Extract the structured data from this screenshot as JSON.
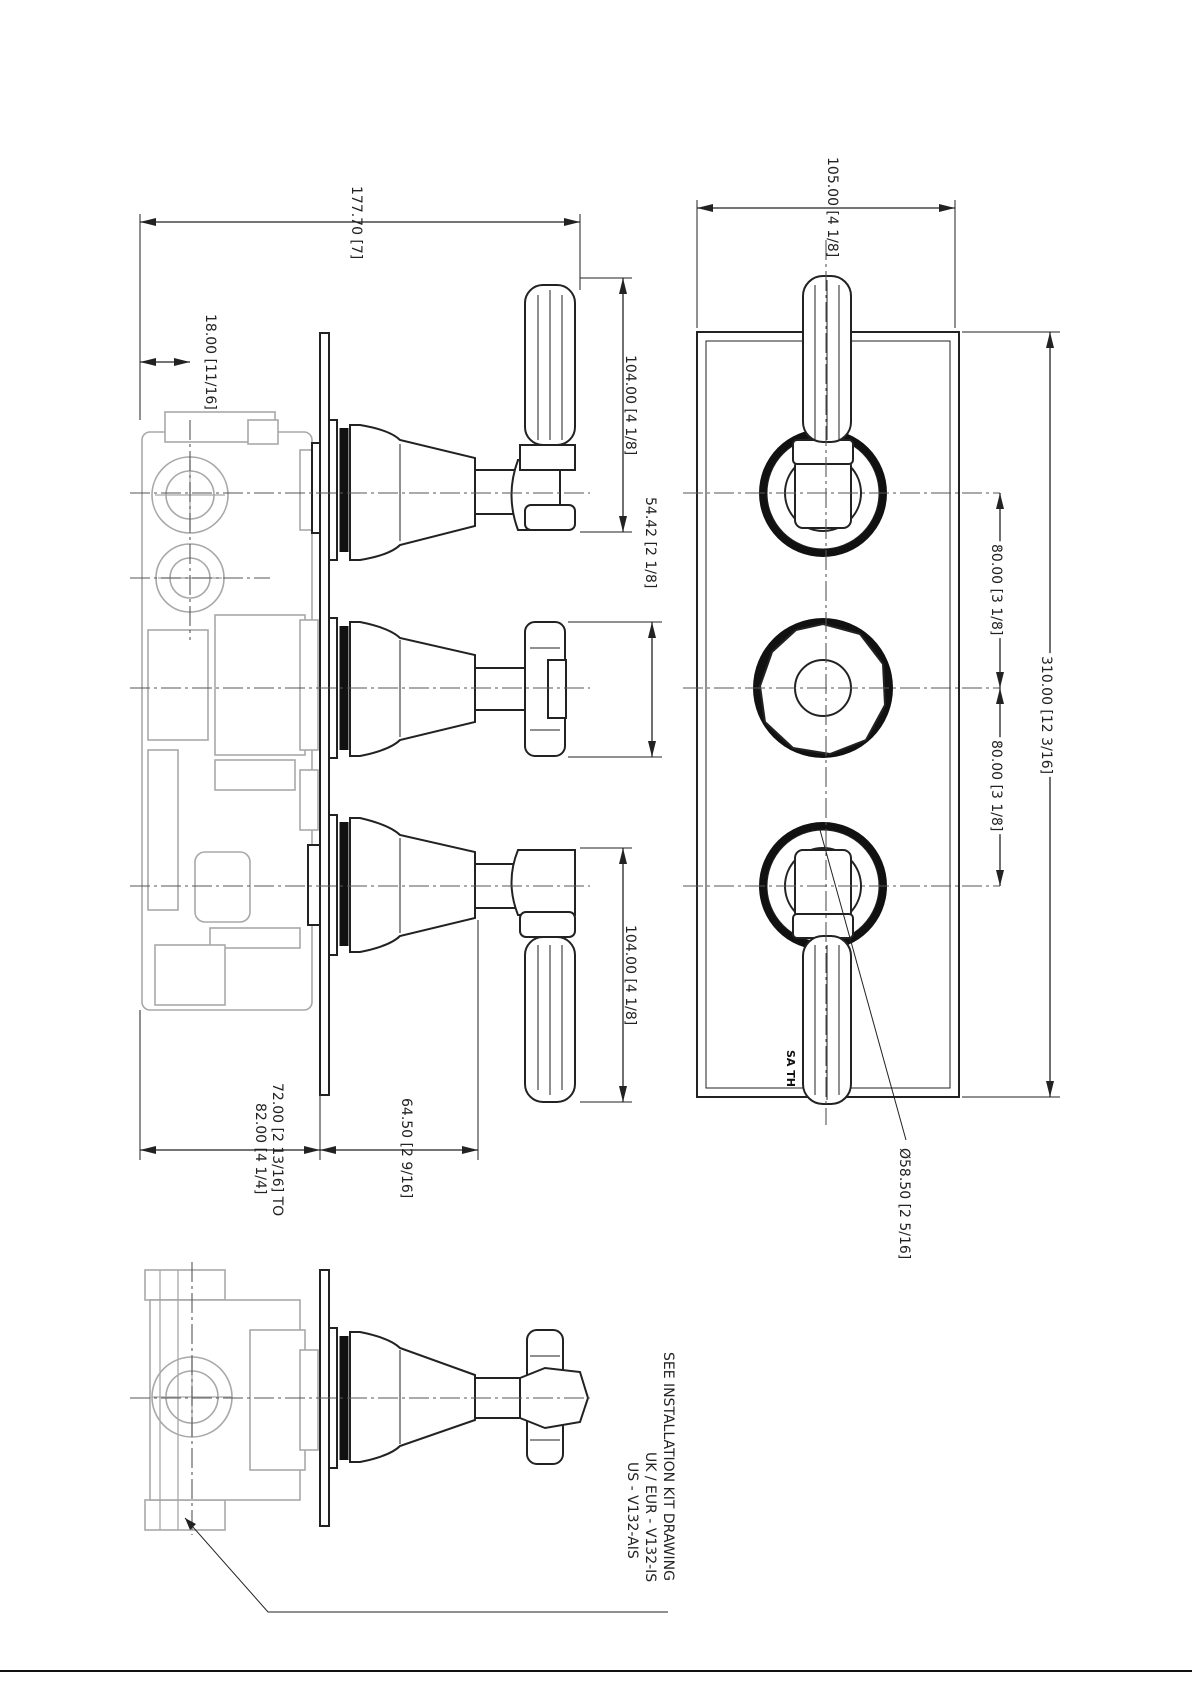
{
  "dimensions": {
    "overall_depth": "177.70 [7]",
    "plate_offset": "18.00 [11/16]",
    "lever_length_top": "104.00 [4 1/8]",
    "knob_height": "54.42 [2 1/8]",
    "lever_length_bottom": "104.00 [4 1/8]",
    "projection": "64.50 [2 9/16]",
    "body_depth_line1": "72.00 [2 13/16] TO",
    "body_depth_line2": "82.00 [4 1/4]",
    "plate_width": "105.00 [4 1/8]",
    "spacing_upper": "80.00 [3 1/8]",
    "spacing_lower": "80.00 [3 1/8]",
    "plate_height": "310.00 [12 3/16]",
    "rose_diameter": "Ø58.50 [2 5/16]"
  },
  "note": {
    "line1": "SEE INSTALLATION KIT DRAWING",
    "line2": "UK / EUR - V132-IS",
    "line3": "US - V132-AIS"
  },
  "brand": {
    "mark": "SA      TH"
  }
}
